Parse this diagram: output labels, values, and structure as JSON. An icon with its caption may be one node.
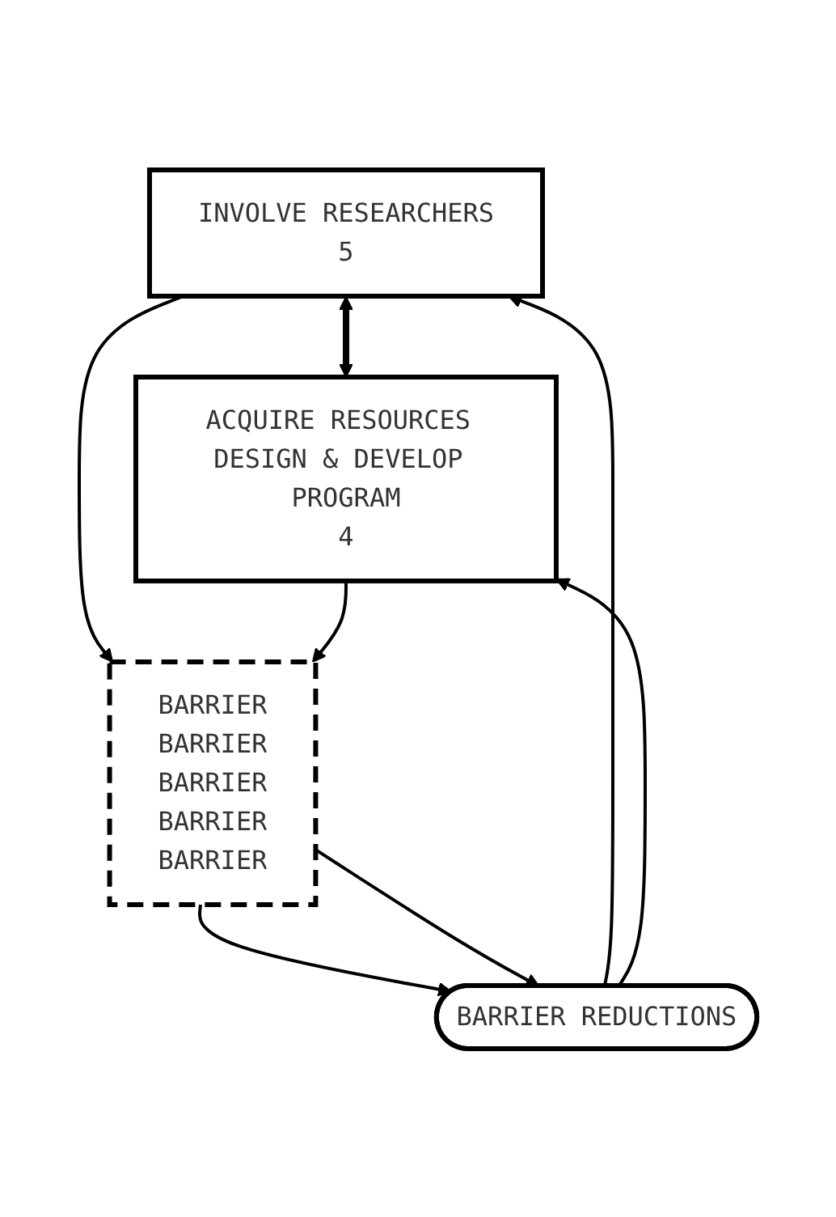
{
  "diagram": {
    "nodes": [
      {
        "text": [
          "INVOLVE RESEARCHERS",
          "5"
        ]
      },
      {
        "text": [
          "BARRIER",
          "BARRIER",
          "BARRIER",
          "BARRIER",
          "BARRIER"
        ]
      },
      {
        "text": [
          "BARRIER REDUCTIONS"
        ]
      },
      {
        "text": [
          "ACQUIRE RESOURCES DESIGN & DEVELOP PROGRAM",
          "4"
        ]
      }
    ],
    "edges": [
      {
        "from": 0,
        "to": 3,
        "arrow": "both",
        "style": "thick"
      },
      {
        "from": 0,
        "to": 1,
        "arrow": "to"
      },
      {
        "from": 1,
        "to": 2,
        "arrow": "to"
      },
      {
        "from": 1,
        "to": 2,
        "arrow": "to"
      },
      {
        "from": 3,
        "to": 1,
        "arrow": "to"
      },
      {
        "from": 2,
        "to": 0,
        "arrow": "to"
      },
      {
        "from": 2,
        "to": 3,
        "arrow": "to"
      }
    ]
  }
}
